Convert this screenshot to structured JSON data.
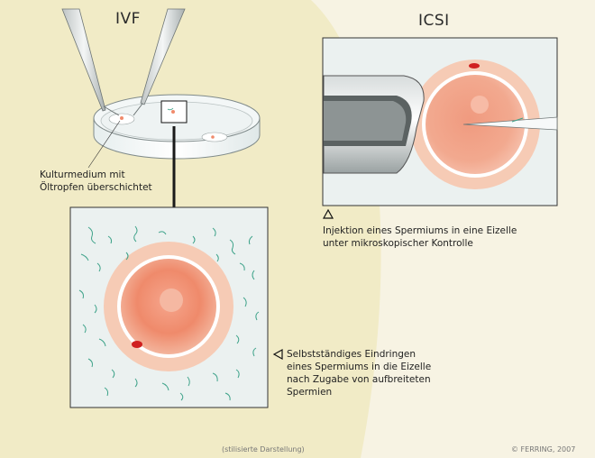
{
  "ivf": {
    "title": "IVF",
    "culture_caption": [
      "Kulturmedium mit",
      "Öltropfen überschichtet"
    ],
    "result_caption": [
      "Selbstständiges Eindringen",
      "eines Spermiums in die Eizelle",
      "nach Zugabe von aufbreiteten",
      "Spermien"
    ]
  },
  "icsi": {
    "title": "ICSI",
    "caption": [
      "Injektion eines Spermiums in eine Eizelle",
      "unter mikroskopischer Kontrolle"
    ]
  },
  "footer": {
    "note": "(stilisierte Darstellung)",
    "copyright_symbol": "©",
    "copyright": "FERRING, 2007"
  },
  "colors": {
    "background_left": "#f2ecc8",
    "background_right": "#f7f3e3",
    "panel_bg": "#ebf1f0",
    "egg_halo": "#f6cbb5",
    "egg_center": "#f08b6c",
    "sperm_green": "#3fa38a"
  }
}
